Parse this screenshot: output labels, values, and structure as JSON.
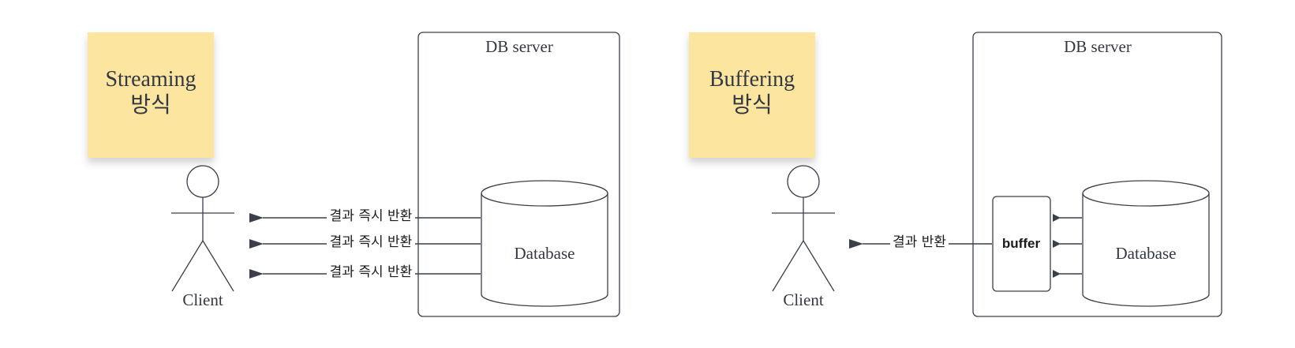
{
  "streaming": {
    "note_line1": "Streaming",
    "note_line2": "방식",
    "server_title": "DB server",
    "database_label": "Database",
    "client_label": "Client",
    "arrows": [
      {
        "label": "결과 즉시 반환"
      },
      {
        "label": "결과 즉시 반환"
      },
      {
        "label": "결과 즉시 반환"
      }
    ]
  },
  "buffering": {
    "note_line1": "Buffering",
    "note_line2": "방식",
    "server_title": "DB server",
    "database_label": "Database",
    "buffer_label": "buffer",
    "client_label": "Client",
    "arrow_label": "결과 반환"
  },
  "colors": {
    "note_fill": "#fbe59f",
    "stroke": "#3a3f4a",
    "text": "#333844"
  }
}
